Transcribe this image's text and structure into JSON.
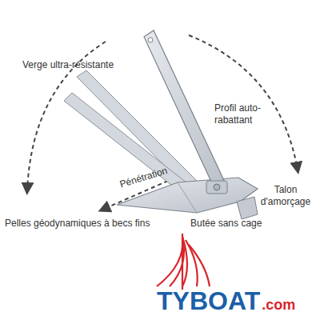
{
  "diagram": {
    "labels": [
      "Verge ultra-résistante",
      "Profil auto-rabattant",
      "Pénétration",
      "Talon d'amorçage",
      "Pelles géodynamiques à becs fins",
      "Butée sans cage",
      "TYBOAT",
      ".com"
    ]
  }
}
